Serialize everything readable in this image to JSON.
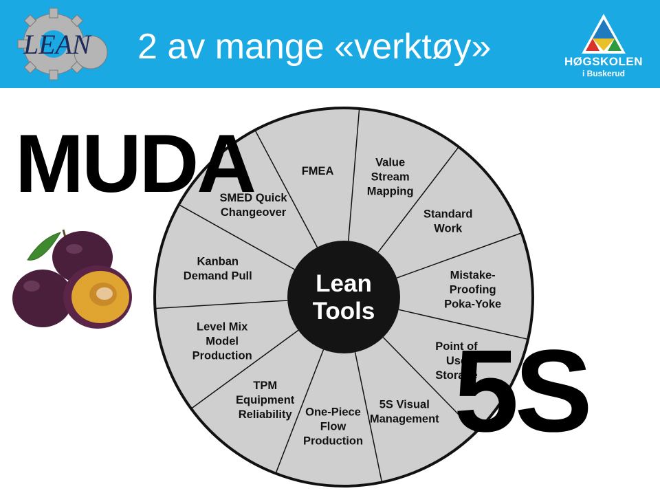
{
  "header": {
    "title": "2 av mange «verktøy»",
    "lean_logo_text": "LEAN",
    "school_name": "HØGSKOLEN",
    "school_subtitle": "i Buskerud"
  },
  "overlay": {
    "muda": "MUDA",
    "five_s": "5S"
  },
  "wheel": {
    "center_lines": [
      "Lean",
      "Tools"
    ],
    "segments": [
      {
        "id": "fmea",
        "lines": [
          "FMEA"
        ]
      },
      {
        "id": "value-stream-mapping",
        "lines": [
          "Value",
          "Stream",
          "Mapping"
        ]
      },
      {
        "id": "standard-work",
        "lines": [
          "Standard",
          "Work"
        ]
      },
      {
        "id": "mistake-proofing",
        "lines": [
          "Mistake-",
          "Proofing",
          "Poka-Yoke"
        ]
      },
      {
        "id": "point-of-use-storage",
        "lines": [
          "Point of",
          "Use",
          "Storage"
        ]
      },
      {
        "id": "5s-visual-management",
        "lines": [
          "5S Visual",
          "Management"
        ]
      },
      {
        "id": "one-piece-flow",
        "lines": [
          "One-Piece",
          "Flow",
          "Production"
        ]
      },
      {
        "id": "tpm",
        "lines": [
          "TPM",
          "Equipment",
          "Reliability"
        ]
      },
      {
        "id": "level-mix",
        "lines": [
          "Level Mix",
          "Model",
          "Production"
        ]
      },
      {
        "id": "kanban",
        "lines": [
          "Kanban",
          "Demand Pull"
        ]
      },
      {
        "id": "smed",
        "lines": [
          "SMED Quick",
          "Changeover"
        ]
      }
    ],
    "colors": {
      "ring": "#cfcfcf",
      "outline": "#111111",
      "hub": "#141414",
      "hub_text": "#ffffff"
    }
  },
  "colors": {
    "header_bg": "#1aa9e3",
    "header_text": "#ffffff",
    "overlay_text": "#000000",
    "plum": "#4a1f3b",
    "plum_flesh": "#e0a430",
    "leaf": "#3f8a2e"
  }
}
